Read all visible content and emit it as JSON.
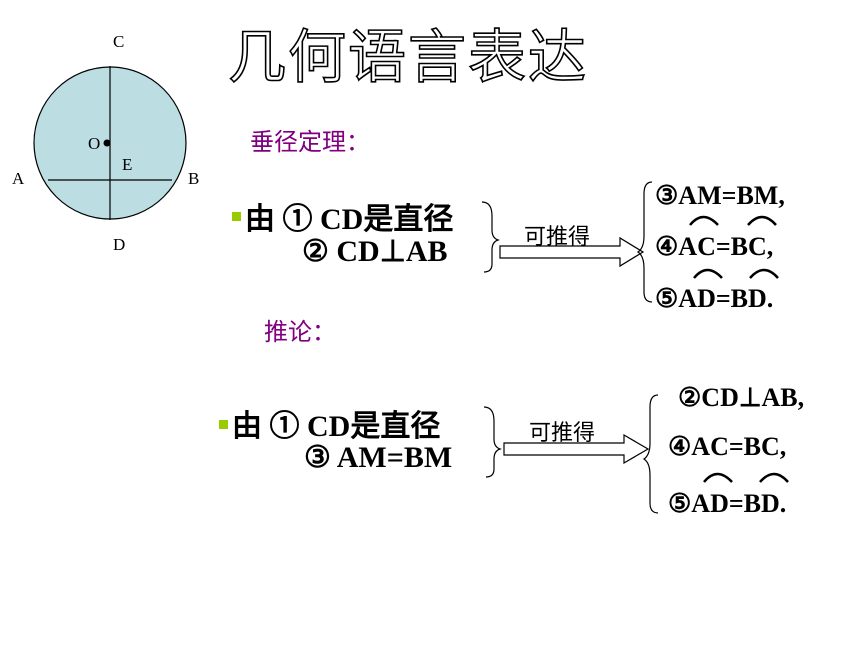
{
  "title": "几何语言表达",
  "figure": {
    "C": "C",
    "O": "O",
    "E": "E",
    "A": "A",
    "B": "B",
    "D": "D",
    "fill_color": "#bcdde2"
  },
  "theorem": {
    "heading": "垂径定理：",
    "condition1": "由  ① CD是直径",
    "condition2": "② CD⊥AB",
    "arrow_label": "可推得",
    "result1": "③AM=BM,",
    "result2": "④AC=BC,",
    "result3": "⑤AD=BD."
  },
  "corollary": {
    "heading": "推论：",
    "condition1": "由  ① CD是直径",
    "condition2": "③ AM=BM",
    "arrow_label": "可推得",
    "result1": "②CD⊥AB,",
    "result2": "④AC=BC,",
    "result3": "⑤AD=BD."
  },
  "colors": {
    "heading": "#800080",
    "bullet": "#99cc00"
  }
}
